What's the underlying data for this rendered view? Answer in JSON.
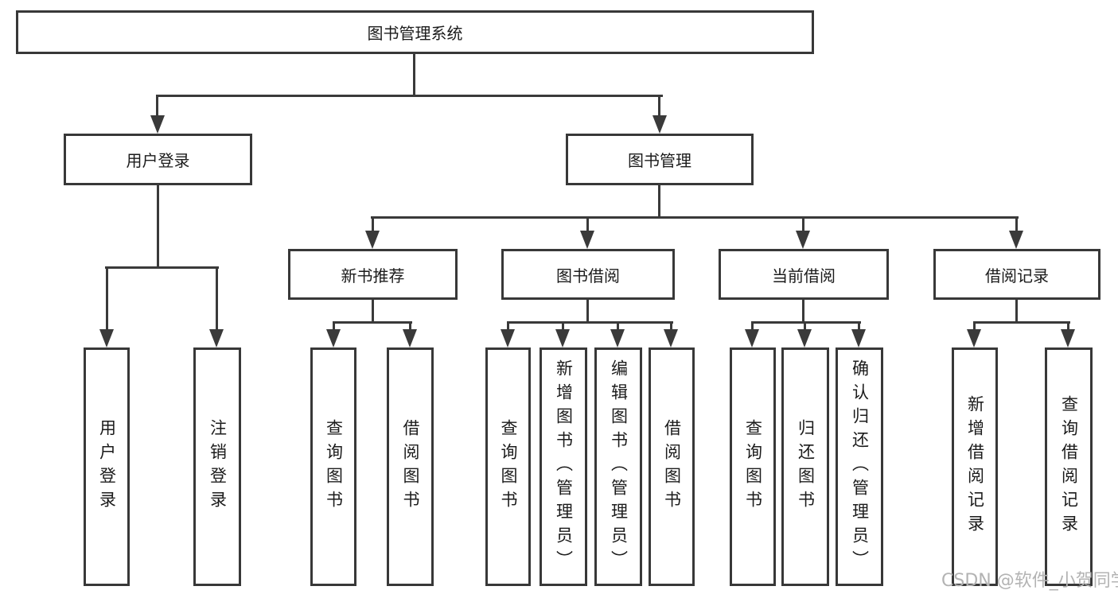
{
  "nodes": {
    "root": "图书管理系统",
    "login": "用户登录",
    "management": "图书管理",
    "recommend": "新书推荐",
    "borrow": "图书借阅",
    "current": "当前借阅",
    "records": "借阅记录"
  },
  "leaves": {
    "login": [
      "用户登录",
      "注销登录"
    ],
    "recommend": [
      "查询图书",
      "借阅图书"
    ],
    "borrow": [
      "查询图书",
      "新增图书（管理员）",
      "编辑图书（管理员）",
      "借阅图书"
    ],
    "current": [
      "查询图书",
      "归还图书",
      "确认归还（管理员）"
    ],
    "records": [
      "新增借阅记录",
      "查询借阅记录"
    ]
  },
  "watermark": {
    "text": "CSDN @软件_小贺同学"
  },
  "colors": {
    "line": "#3a3a3a",
    "border": "#383838",
    "text": "#1b1b1b",
    "background": "#ffffff",
    "watermark": "#b3b3b3"
  }
}
